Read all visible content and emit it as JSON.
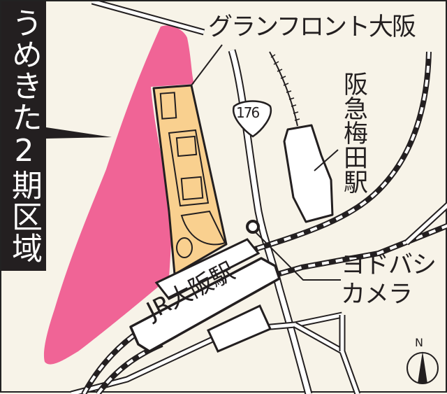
{
  "map": {
    "title": "うめきた2期区域",
    "colors": {
      "background": "#f7f3e8",
      "umekita_area": "#f06496",
      "grand_front": "#f9d08f",
      "title_bar": "#231f20",
      "outline": "#231f20",
      "road": "#ffffff"
    },
    "labels": {
      "grand_front_osaka": "グランフロント大阪",
      "hankyu_umeda_station": "阪急梅田駅",
      "yodobashi_camera_line1": "ヨドバシ",
      "yodobashi_camera_line2": "カメラ",
      "jr_osaka_station": "JR大阪駅",
      "route_number": "176",
      "north": "N"
    }
  }
}
